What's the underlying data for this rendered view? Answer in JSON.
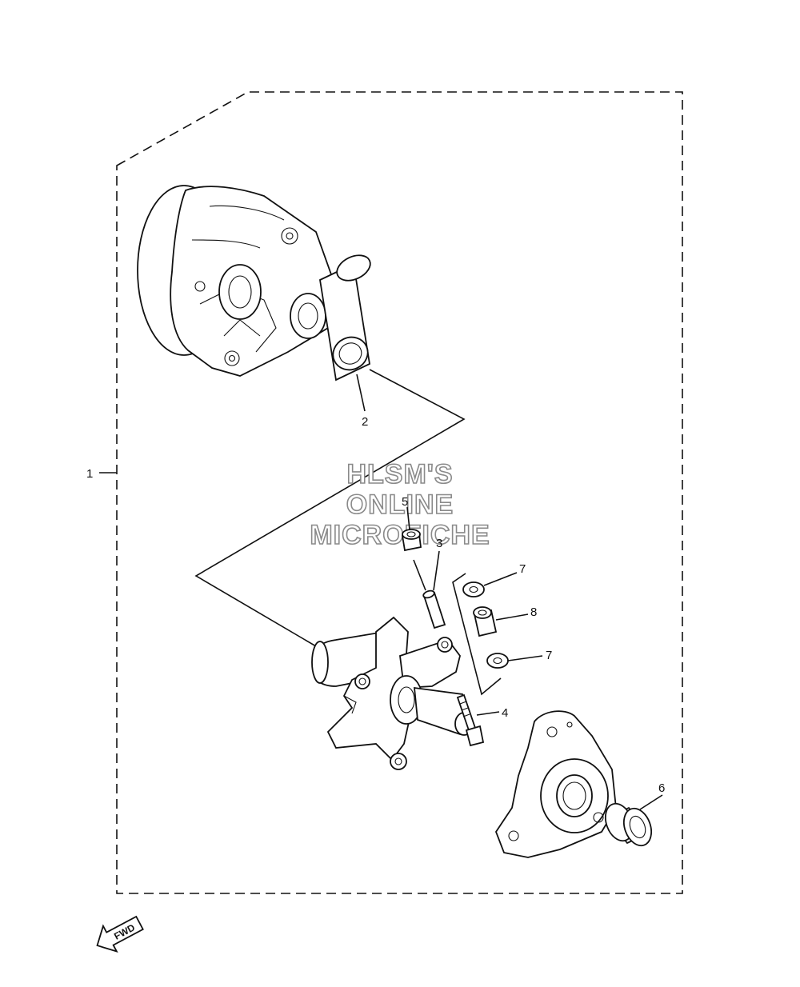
{
  "callouts": {
    "c1": "1",
    "c2": "2",
    "c3": "3",
    "c4": "4",
    "c5": "5",
    "c6": "6",
    "c7a": "7",
    "c7b": "7",
    "c8": "8"
  },
  "watermark": {
    "line1": "HLSM'S",
    "line2": "ONLINE",
    "line3": "MICROFICHE"
  },
  "fwd_arrow": {
    "label": "FWD"
  },
  "icons": [
    "fwd-arrow-icon"
  ]
}
